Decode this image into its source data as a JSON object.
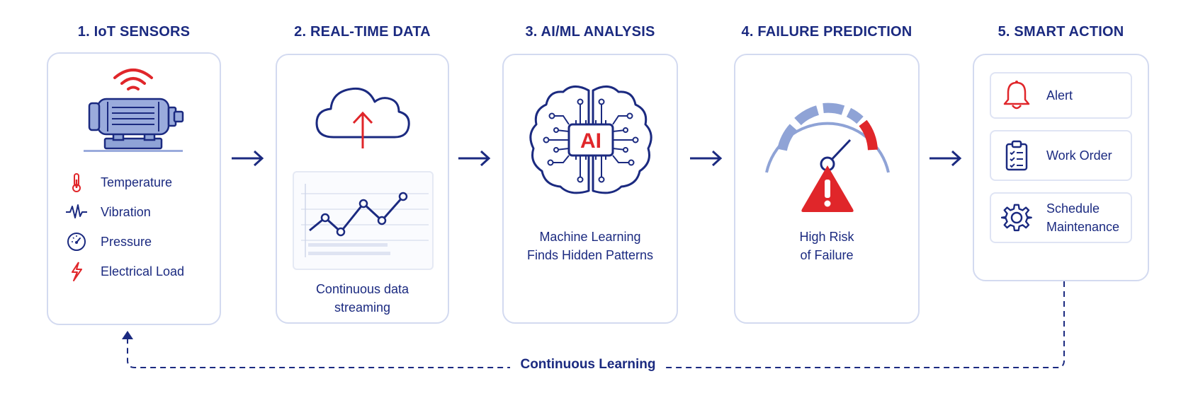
{
  "steps": [
    {
      "title": "1.  IoT SENSORS"
    },
    {
      "title": "2.  REAL-TIME DATA"
    },
    {
      "title": "3.  AI/ML ANALYSIS"
    },
    {
      "title": "4.  FAILURE PREDICTION"
    },
    {
      "title": "5.  SMART ACTION"
    }
  ],
  "sensors": {
    "machine_icon": "motor-icon",
    "signal_icon": "wifi-signal-icon",
    "items": [
      {
        "label": "Temperature",
        "icon": "thermometer-icon"
      },
      {
        "label": "Vibration",
        "icon": "vibration-wave-icon"
      },
      {
        "label": "Pressure",
        "icon": "pressure-gauge-icon"
      },
      {
        "label": "Electrical Load",
        "icon": "lightning-bolt-icon"
      }
    ]
  },
  "realtime": {
    "icon": "cloud-upload-icon",
    "caption_line1": "Continuous data",
    "caption_line2": "streaming"
  },
  "analysis": {
    "chip_text": "AI",
    "icon": "ai-brain-icon",
    "caption_line1": "Machine Learning",
    "caption_line2": "Finds Hidden Patterns"
  },
  "prediction": {
    "icon": "risk-gauge-icon",
    "warning_icon": "warning-triangle-icon",
    "caption_line1": "High Risk",
    "caption_line2": "of Failure"
  },
  "actions": [
    {
      "label_line1": "Alert",
      "label_line2": "",
      "icon": "bell-icon"
    },
    {
      "label_line1": "Work Order",
      "label_line2": "",
      "icon": "clipboard-checklist-icon"
    },
    {
      "label_line1": "Schedule",
      "label_line2": "Maintenance",
      "icon": "gear-icon"
    }
  ],
  "loop": {
    "label": "Continuous Learning"
  },
  "colors": {
    "navy": "#1b2a80",
    "red": "#e0262a",
    "light_blue": "#8fa3d6",
    "border": "#d3daf0"
  }
}
